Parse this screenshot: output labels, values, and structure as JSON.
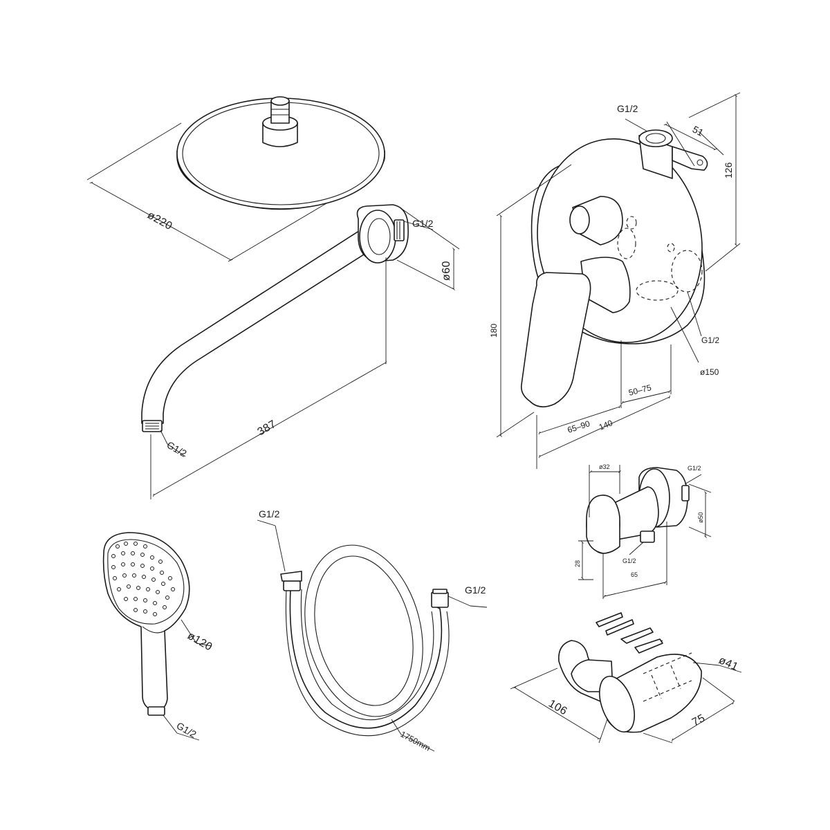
{
  "rain_shower_head": {
    "diameter": "ø220"
  },
  "shower_arm": {
    "thread_top": "G1/2",
    "flange_diameter": "ø60",
    "length": "387",
    "thread_outlet": "G1/2"
  },
  "mixer": {
    "thread_top": "G1/2",
    "bracket_width": "51",
    "bracket_height": "126",
    "height": "180",
    "thread_side": "G1/2",
    "plate_diameter": "ø150",
    "depth_range_1": "50–75",
    "depth_range_2": "65–90",
    "depth_total": "140"
  },
  "wall_outlet": {
    "diameter_top": "ø32",
    "thread_right": "G1/2",
    "flange_diameter": "ø50",
    "height": "28",
    "thread_bottom": "G1/2",
    "depth": "65"
  },
  "hand_shower": {
    "thread": "G1/2",
    "diameter": "ø120"
  },
  "hose": {
    "thread_left": "G1/2",
    "thread_right": "G1/2",
    "length": "1750mm"
  },
  "holder": {
    "diameter": "ø41",
    "length": "106",
    "depth": "75"
  }
}
